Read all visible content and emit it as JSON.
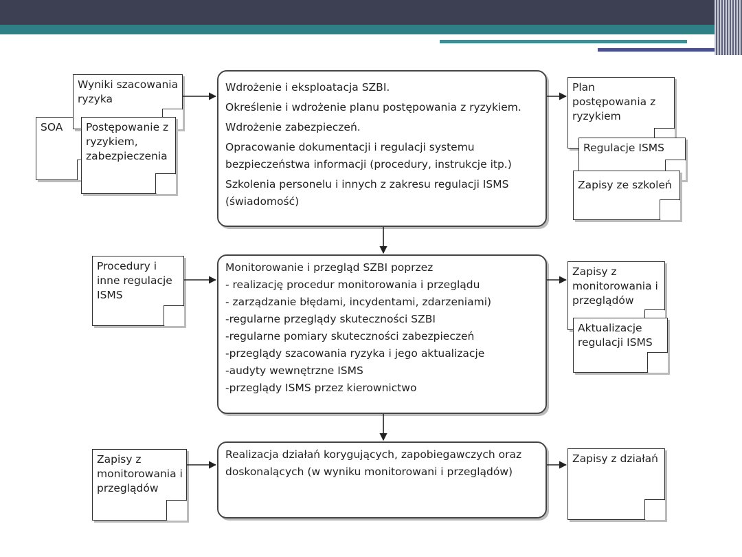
{
  "main_boxes": [
    {
      "lines": [
        "Wdrożenie i eksploatacja SZBI.",
        "Określenie i wdrożenie planu postępowania z ryzykiem.",
        "Wdrożenie zabezpieczeń.",
        "Opracowanie dokumentacji i regulacji systemu",
        "bezpieczeństwa informacji (procedury, instrukcje itp.)",
        "Szkolenia personelu i innych z zakresu regulacji ISMS",
        "(świadomość)"
      ]
    },
    {
      "lines": [
        "Monitorowanie i przegląd SZBI  poprzez",
        "- realizację procedur monitorowania i przeglądu",
        "- zarządzanie błędami, incydentami, zdarzeniami)",
        "-regularne przeglądy skuteczności SZBI",
        "-regularne pomiary skuteczności zabezpieczeń",
        "-przeglądy szacowania ryzyka i jego aktualizacje",
        "-audyty wewnętrzne ISMS",
        "-przeglądy ISMS przez kierownictwo"
      ]
    },
    {
      "lines": [
        "Realizacja działań korygujących, zapobiegawczych oraz",
        "doskonalących (w wyniku monitorowani i przeglądów)"
      ]
    }
  ],
  "left_docs": {
    "soa": [
      "SOA"
    ],
    "wyniki": [
      "Wyniki szacowania",
      "ryzyka"
    ],
    "postepowanie": [
      "Postępowanie z",
      "ryzykiem,",
      "zabezpieczenia"
    ],
    "procedury": [
      "Procedury i",
      "inne regulacje",
      "ISMS"
    ],
    "zapisy_monit": [
      "Zapisy z",
      "monitorowania i",
      "przeglądów"
    ]
  },
  "right_docs": {
    "plan": [
      "Plan",
      "postępowania z",
      "ryzykiem"
    ],
    "regulacje": [
      "Regulacje ISMS"
    ],
    "szkolenia": [
      "Zapisy ze szkoleń"
    ],
    "zapisy_monit": [
      "Zapisy z",
      "monitorowania i",
      "przeglądów"
    ],
    "aktualizacje": [
      "Aktualizacje",
      "regulacji ISMS"
    ],
    "dzialania": [
      "Zapisy z działań"
    ]
  }
}
